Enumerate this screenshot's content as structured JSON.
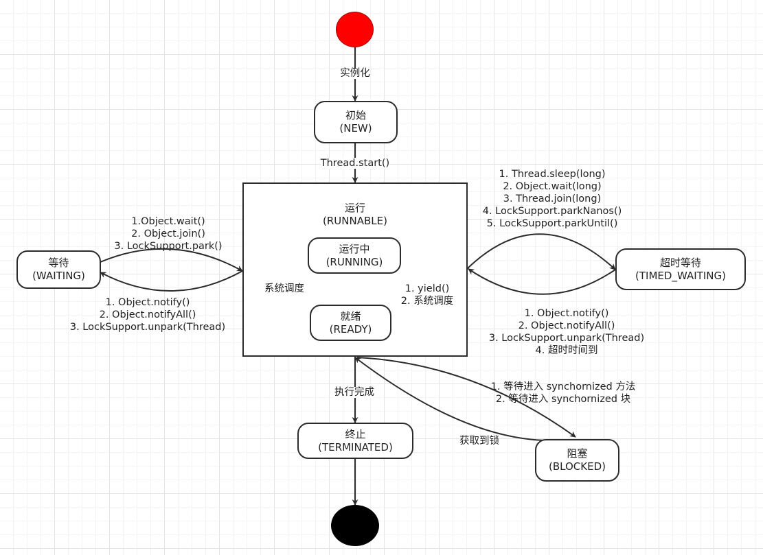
{
  "colors": {
    "start": "#ff0000",
    "end": "#000000",
    "stroke": "#2b2b2b"
  },
  "states": {
    "new": {
      "name": "初始",
      "code": "(NEW)"
    },
    "runnable": {
      "name": "运行",
      "code": "(RUNNABLE)"
    },
    "running": {
      "name": "运行中",
      "code": "(RUNNING)"
    },
    "ready": {
      "name": "就绪",
      "code": "(READY)"
    },
    "waiting": {
      "name": "等待",
      "code": "(WAITING)"
    },
    "timed": {
      "name": "超时等待",
      "code": "(TIMED_WAITING)"
    },
    "blocked": {
      "name": "阻塞",
      "code": "(BLOCKED)"
    },
    "terminated": {
      "name": "终止",
      "code": "(TERMINATED)"
    }
  },
  "transitions": {
    "instantiate": "实例化",
    "start": "Thread.start()",
    "to_waiting": [
      "1.Object.wait()",
      "2. Object.join()",
      "3. LockSupport.park()"
    ],
    "from_waiting": [
      "1. Object.notify()",
      "2. Object.notifyAll()",
      "3. LockSupport.unpark(Thread)"
    ],
    "to_timed": [
      "1. Thread.sleep(long)",
      "2. Object.wait(long)",
      "3. Thread.join(long)",
      "4. LockSupport.parkNanos()",
      "5. LockSupport.parkUntil()"
    ],
    "from_timed": [
      "1. Object.notify()",
      "2. Object.notifyAll()",
      "3. LockSupport.unpark(Thread)",
      "4. 超时时间到"
    ],
    "schedule_left": "系统调度",
    "running_to_ready": [
      "1. yield()",
      "2. 系统调度"
    ],
    "complete": "执行完成",
    "to_blocked": [
      "1. 等待进入 synchornized 方法",
      "2. 等待进入 synchornized 块"
    ],
    "from_blocked": "获取到锁"
  }
}
